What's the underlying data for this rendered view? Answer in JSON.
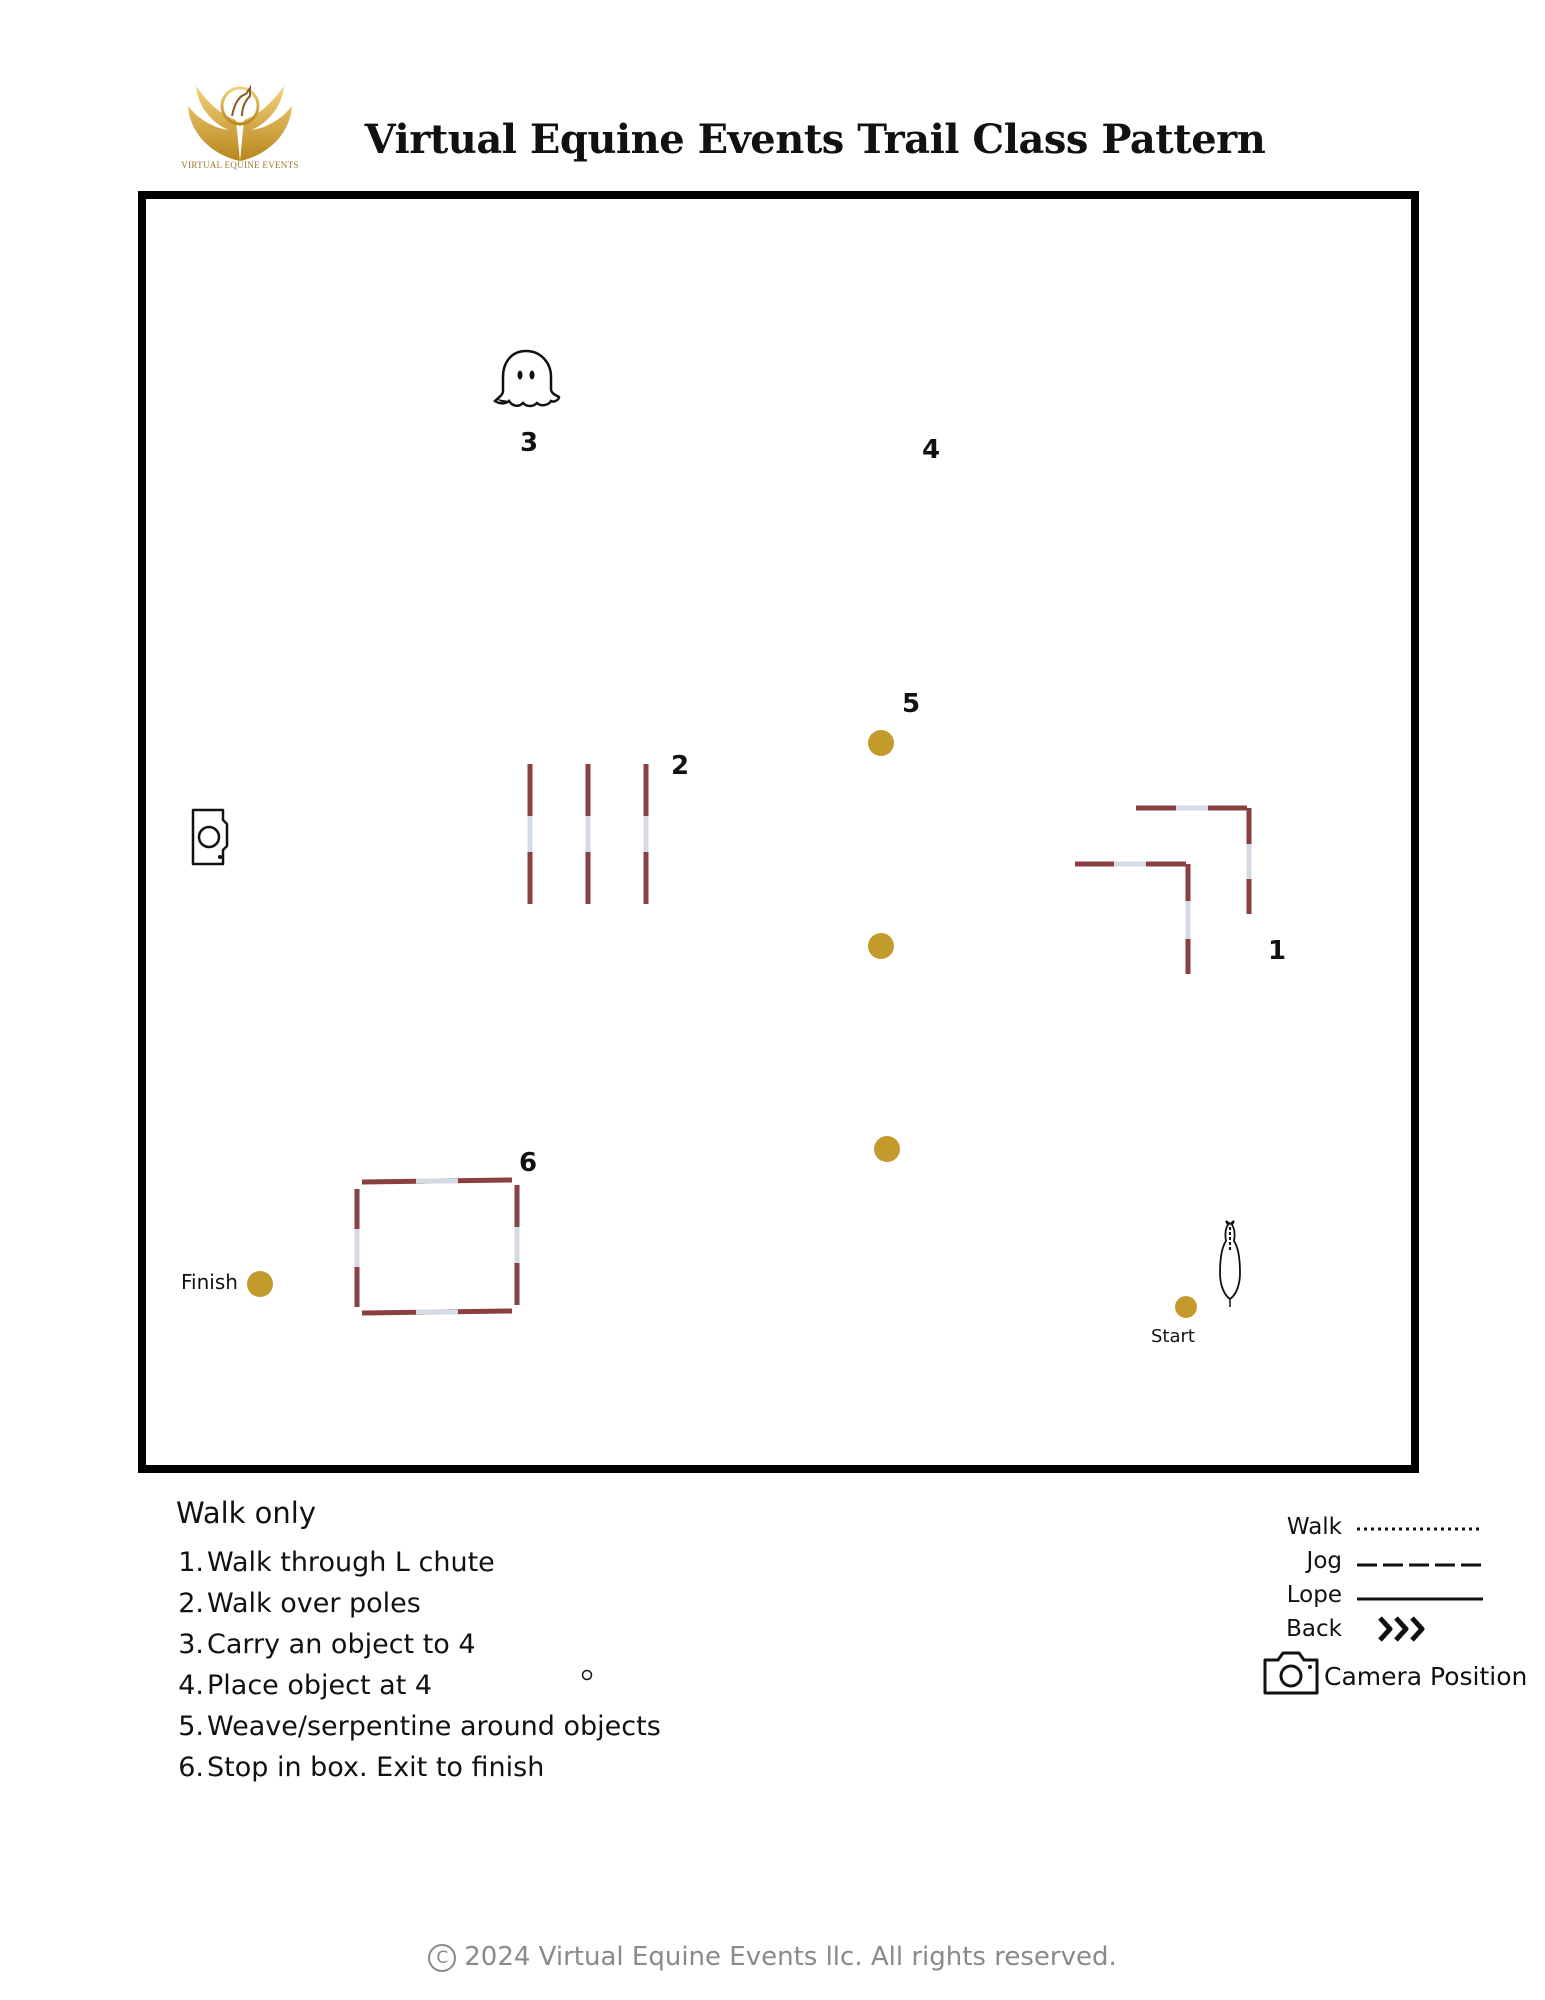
{
  "header": {
    "logo_text": "VIRTUAL EQUINE EVENTS",
    "title": "Virtual Equine Events Trail Class Pattern"
  },
  "arena": {
    "obstacle_numbers": [
      "1",
      "2",
      "3",
      "4",
      "5",
      "6"
    ],
    "start_label": "Start",
    "finish_label": "Finish",
    "icons": [
      "ghost-icon",
      "horse-icon",
      "camera-position-icon"
    ],
    "colors": {
      "pole": "#8a4040",
      "pole_stripe": "#d4dae2",
      "marker": "#c39a2c",
      "border": "#000000"
    }
  },
  "instructions": {
    "gait": "Walk only",
    "steps": [
      {
        "n": "1.",
        "text": "Walk through L chute"
      },
      {
        "n": "2.",
        "text": "Walk over poles"
      },
      {
        "n": "3.",
        "text": "Carry an object to 4"
      },
      {
        "n": "4.",
        "text": "Place object at 4"
      },
      {
        "n": "5.",
        "text": "Weave/serpentine around objects"
      },
      {
        "n": "6.",
        "text": "Stop in box. Exit to finish"
      }
    ]
  },
  "legend": {
    "walk": "Walk",
    "jog": "Jog",
    "lope": "Lope",
    "back": "Back",
    "camera": "Camera Position"
  },
  "footer": {
    "copyright_symbol": "C",
    "text": "2024 Virtual Equine Events llc. All rights reserved."
  }
}
